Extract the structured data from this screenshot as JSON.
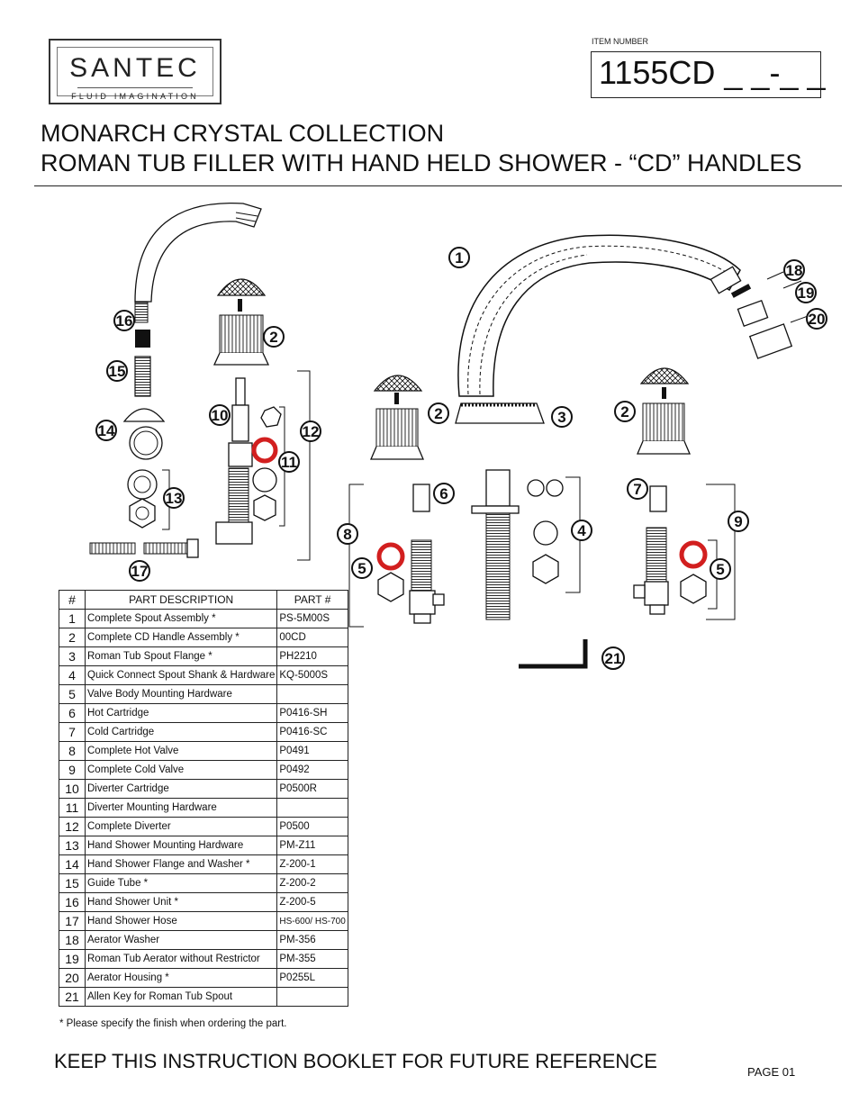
{
  "logo": {
    "brand": "SANTEC",
    "tagline": "FLUID IMAGINATION"
  },
  "item": {
    "label": "ITEM NUMBER",
    "value": "1155CD _ _-_ _"
  },
  "title": {
    "line1": "MONARCH CRYSTAL COLLECTION",
    "line2": "ROMAN TUB FILLER WITH HAND HELD SHOWER - “CD” HANDLES"
  },
  "diagram_callouts": [
    "1",
    "2",
    "2",
    "2",
    "3",
    "4",
    "5",
    "5",
    "6",
    "7",
    "8",
    "9",
    "10",
    "11",
    "12",
    "13",
    "14",
    "15",
    "16",
    "17",
    "18",
    "19",
    "20",
    "21"
  ],
  "parts_table": {
    "headers": [
      "#",
      "PART  DESCRIPTION",
      "PART #"
    ],
    "rows": [
      {
        "num": "1",
        "desc": "Complete Spout Assembly  *",
        "part": "PS-5M00S"
      },
      {
        "num": "2",
        "desc": "Complete CD Handle  Assembly *",
        "part": "00CD"
      },
      {
        "num": "3",
        "desc": "Roman Tub Spout Flange *",
        "part": "PH2210"
      },
      {
        "num": "4",
        "desc": " Quick Connect Spout Shank & Hardware",
        "part": "KQ-5000S"
      },
      {
        "num": "5",
        "desc": "Valve Body Mounting Hardware",
        "part": ""
      },
      {
        "num": "6",
        "desc": "Hot Cartridge",
        "part": "P0416-SH"
      },
      {
        "num": "7",
        "desc": "Cold Cartridge",
        "part": "P0416-SC"
      },
      {
        "num": "8",
        "desc": "Complete Hot Valve",
        "part": "P0491"
      },
      {
        "num": "9",
        "desc": "Complete Cold Valve",
        "part": "P0492"
      },
      {
        "num": "10",
        "desc": "Diverter Cartridge",
        "part": "P0500R"
      },
      {
        "num": "11",
        "desc": "Diverter Mounting Hardware",
        "part": ""
      },
      {
        "num": "12",
        "desc": "Complete Diverter",
        "part": "P0500"
      },
      {
        "num": "13",
        "desc": "Hand Shower Mounting Hardware",
        "part": "PM-Z11"
      },
      {
        "num": "14",
        "desc": "Hand Shower Flange and Washer *",
        "part": "Z-200-1"
      },
      {
        "num": "15",
        "desc": "Guide Tube *",
        "part": "Z-200-2"
      },
      {
        "num": "16",
        "desc": "Hand Shower Unit *",
        "part": "Z-200-5"
      },
      {
        "num": "17",
        "desc": "Hand Shower Hose",
        "part": "HS-600/ HS-700"
      },
      {
        "num": "18",
        "desc": "Aerator Washer",
        "part": "PM-356"
      },
      {
        "num": "19",
        "desc": "Roman Tub Aerator without Restrictor",
        "part": "PM-355"
      },
      {
        "num": "20",
        "desc": "Aerator Housing *",
        "part": "P0255L"
      },
      {
        "num": "21",
        "desc": "Allen Key for Roman Tub Spout",
        "part": ""
      }
    ]
  },
  "footnote": "* Please specify the finish when ordering the part.",
  "footer": "KEEP THIS INSTRUCTION BOOKLET  FOR FUTURE REFERENCE",
  "page_label": "PAGE 01",
  "colors": {
    "oring_red": "#d21f1f",
    "ink": "#111111"
  }
}
